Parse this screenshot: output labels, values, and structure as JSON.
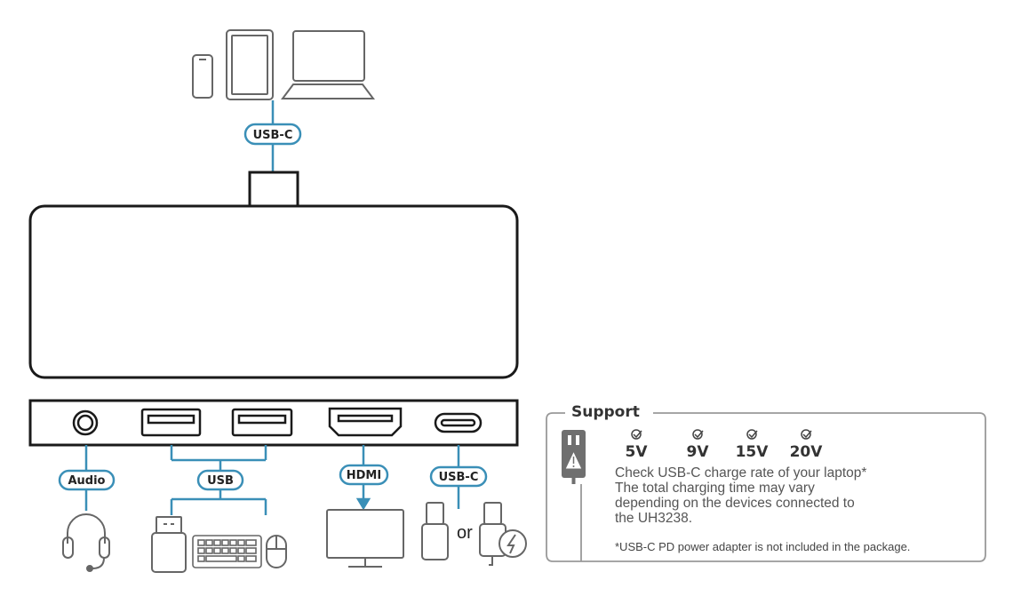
{
  "colors": {
    "accent": "#3a8fb7",
    "outline": "#1a1a1a",
    "icon": "#666666",
    "panel": "#999999"
  },
  "labels": {
    "top_usbc": "USB-C",
    "audio": "Audio",
    "usb": "USB",
    "hdmi": "HDMI",
    "bottom_usbc": "USB-C",
    "or": "or"
  },
  "support": {
    "title": "Support",
    "voltages": [
      "5V",
      "9V",
      "15V",
      "20V"
    ],
    "note_lines": [
      "Check USB-C charge rate of your laptop*",
      "The total charging time may vary",
      "depending on the devices connected to",
      "the UH3238."
    ],
    "footnote": "*USB-C PD power adapter is not included in the package."
  },
  "icons": [
    "phone-icon",
    "tablet-icon",
    "laptop-icon",
    "audio-jack-icon",
    "usb-a-port-icon",
    "hdmi-port-icon",
    "usb-c-port-icon",
    "headset-icon",
    "usb-drive-icon",
    "keyboard-icon",
    "mouse-icon",
    "monitor-icon",
    "usb-c-plug-icon",
    "power-plug-icon",
    "charging-icon",
    "wall-adapter-icon",
    "check-icon",
    "warning-icon"
  ]
}
